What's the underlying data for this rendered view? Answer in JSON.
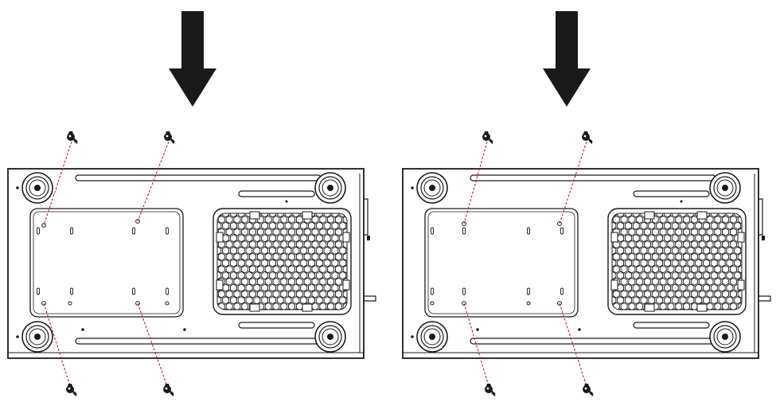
{
  "figure": {
    "panels": [
      {
        "id": "left",
        "screw_pattern": "outer"
      },
      {
        "id": "right",
        "screw_pattern": "inner"
      }
    ],
    "icons": {
      "arrow": "down-arrow-icon",
      "screw": "screw-icon",
      "foot": "rubber-foot-icon",
      "vent": "hex-vent-grille"
    },
    "colors": {
      "line": "#1a1a1a",
      "guide": "#d9001b",
      "fill": "#ffffff"
    }
  }
}
